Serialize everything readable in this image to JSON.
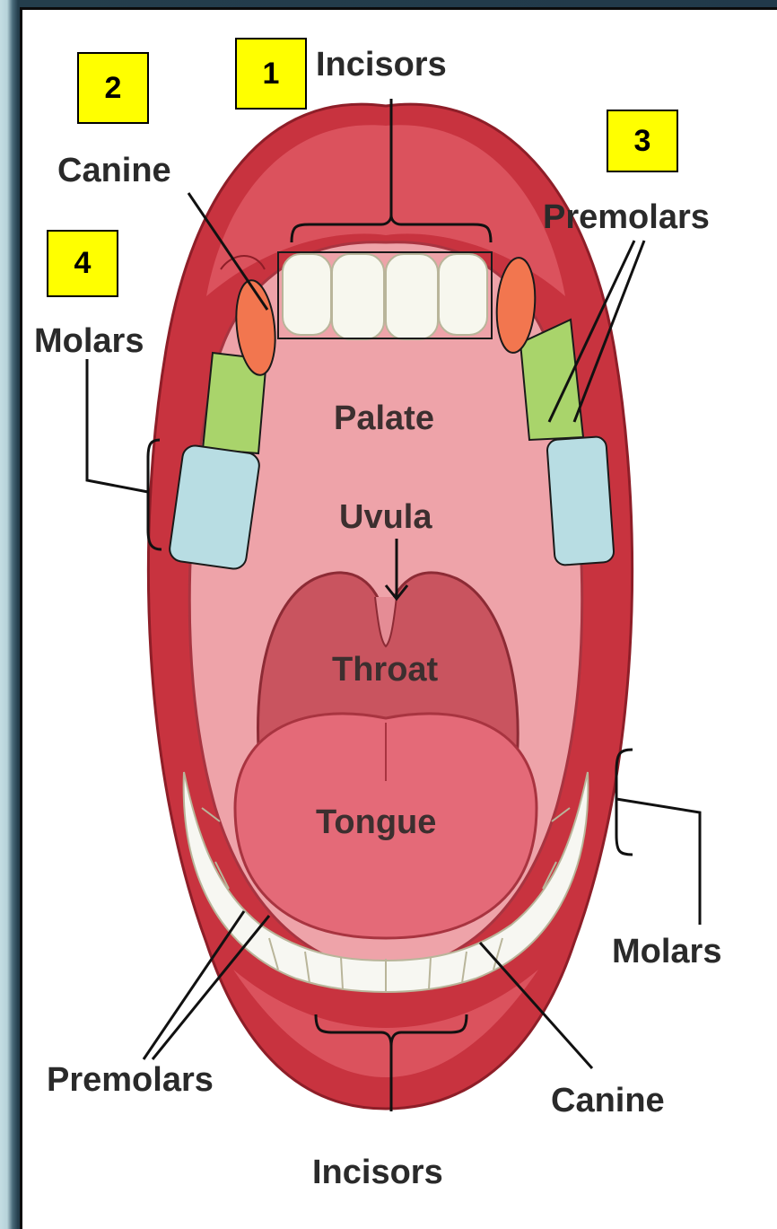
{
  "labels": {
    "incisors_top": "Incisors",
    "canine_left": "Canine",
    "premolars_right": "Premolars",
    "molars_left": "Molars",
    "palate": "Palate",
    "uvula": "Uvula",
    "throat": "Throat",
    "tongue": "Tongue",
    "molars_right": "Molars",
    "premolars_left": "Premolars",
    "canine_right": "Canine",
    "incisors_bottom": "Incisors"
  },
  "markers": [
    "1",
    "2",
    "3",
    "4"
  ],
  "colors": {
    "lip": "#c8333f",
    "mouth_inner": "#eea3a9",
    "tongue": "#e46a78",
    "throat": "#c9545f",
    "tooth": "#f7f7f2",
    "highlight_canine": "#f2764f",
    "highlight_premolar": "#a9d46b",
    "highlight_molar": "#b8dde3",
    "marker_box": "#ffff00"
  }
}
